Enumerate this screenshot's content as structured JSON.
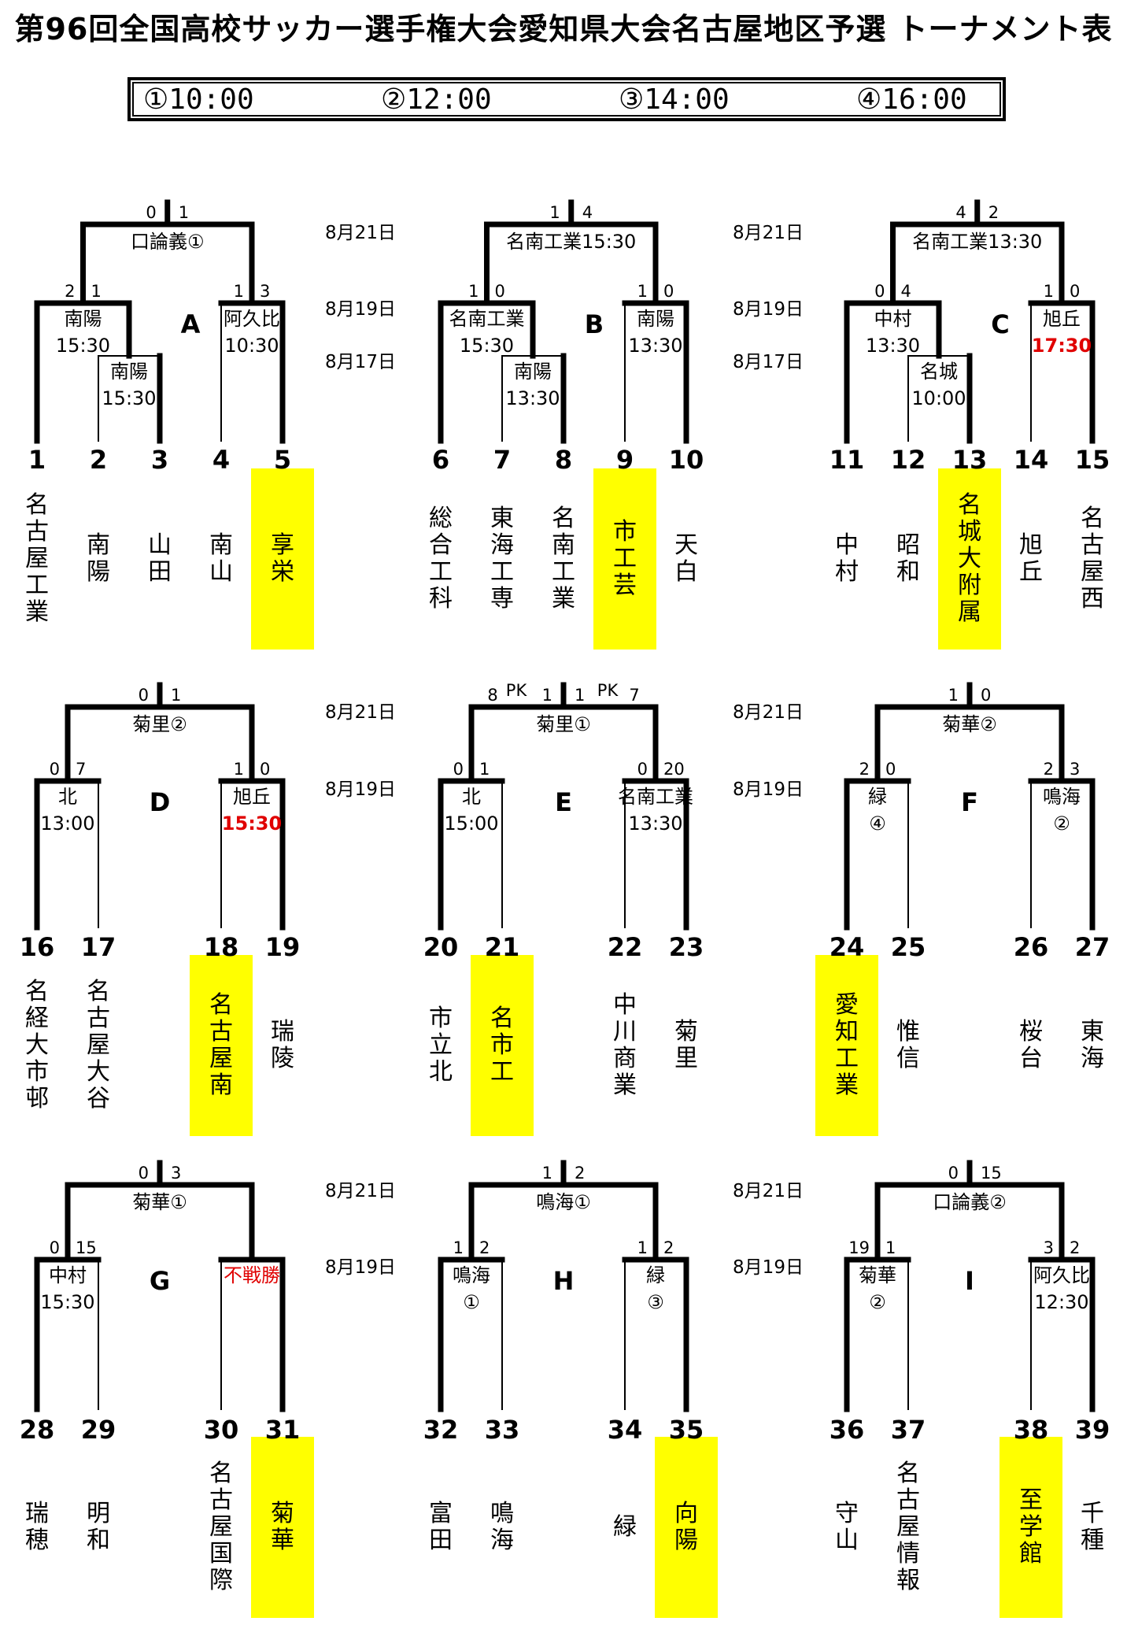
{
  "title": "第96回全国高校サッカー選手権大会愛知県大会名古屋地区予選 トーナメント表",
  "times": [
    "①10:00",
    "②12:00",
    "③14:00",
    "④16:00"
  ],
  "blocks": [
    {
      "letter": "A",
      "dates": [
        "8月21日",
        "8月19日",
        "8月17日"
      ],
      "teams": [
        {
          "num": "1",
          "name": "名古屋工業",
          "win": false
        },
        {
          "num": "2",
          "name": "南陽",
          "win": false
        },
        {
          "num": "3",
          "name": "山田",
          "win": false
        },
        {
          "num": "4",
          "name": "南山",
          "win": false
        },
        {
          "num": "5",
          "name": "享栄",
          "win": true
        }
      ],
      "final": {
        "venue": "口論義①",
        "s1": "0",
        "s2": "1"
      },
      "semi1": {
        "venue": "南陽",
        "time": "15:30",
        "s1": "2",
        "s2": "1"
      },
      "semi2": {
        "venue": "阿久比",
        "time": "10:30",
        "s1": "1",
        "s2": "3",
        "red": false
      },
      "prelim": {
        "venue": "南陽",
        "time": "15:30"
      }
    },
    {
      "letter": "B",
      "dates": [
        "8月21日",
        "8月19日",
        "8月17日"
      ],
      "teams": [
        {
          "num": "6",
          "name": "総合工科",
          "win": false
        },
        {
          "num": "7",
          "name": "東海工専",
          "win": false
        },
        {
          "num": "8",
          "name": "名南工業",
          "win": false
        },
        {
          "num": "9",
          "name": "市工芸",
          "win": true
        },
        {
          "num": "10",
          "name": "天白",
          "win": false
        }
      ],
      "final": {
        "venue": "名南工業15:30",
        "s1": "1",
        "s2": "4"
      },
      "semi1": {
        "venue": "名南工業",
        "time": "15:30",
        "s1": "1",
        "s2": "0"
      },
      "semi2": {
        "venue": "南陽",
        "time": "13:30",
        "s1": "1",
        "s2": "0",
        "red": false
      },
      "prelim": {
        "venue": "南陽",
        "time": "13:30"
      }
    },
    {
      "letter": "C",
      "dates": [
        "8月21日",
        "8月19日",
        "8月17日"
      ],
      "teams": [
        {
          "num": "11",
          "name": "中村",
          "win": false
        },
        {
          "num": "12",
          "name": "昭和",
          "win": false
        },
        {
          "num": "13",
          "name": "名城大附属",
          "win": true
        },
        {
          "num": "14",
          "name": "旭丘",
          "win": false
        },
        {
          "num": "15",
          "name": "名古屋西",
          "win": false
        }
      ],
      "final": {
        "venue": "名南工業13:30",
        "s1": "4",
        "s2": "2"
      },
      "semi1": {
        "venue": "中村",
        "time": "13:30",
        "s1": "0",
        "s2": "4"
      },
      "semi2": {
        "venue": "旭丘",
        "time": "17:30",
        "s1": "1",
        "s2": "0",
        "red": true
      },
      "prelim": {
        "venue": "名城",
        "time": "10:00"
      }
    },
    {
      "letter": "D",
      "dates": [
        "8月21日",
        "8月19日"
      ],
      "teams": [
        {
          "num": "16",
          "name": "名経大市邨",
          "win": false
        },
        {
          "num": "17",
          "name": "名古屋大谷",
          "win": false
        },
        {
          "num": "18",
          "name": "名古屋南",
          "win": true
        },
        {
          "num": "19",
          "name": "瑞陵",
          "win": false
        }
      ],
      "final": {
        "venue": "菊里②",
        "s1": "0",
        "s2": "1"
      },
      "semi1": {
        "venue": "北",
        "time": "13:00",
        "s1": "0",
        "s2": "7"
      },
      "semi2": {
        "venue": "旭丘",
        "time": "15:30",
        "s1": "1",
        "s2": "0",
        "red": true
      }
    },
    {
      "letter": "E",
      "dates": [
        "8月21日",
        "8月19日"
      ],
      "teams": [
        {
          "num": "20",
          "name": "市立北",
          "win": false
        },
        {
          "num": "21",
          "name": "名市工",
          "win": true
        },
        {
          "num": "22",
          "name": "中川商業",
          "win": false
        },
        {
          "num": "23",
          "name": "菊里",
          "win": false
        }
      ],
      "final": {
        "venue": "菊里①",
        "s1": "1",
        "s2": "1",
        "pk1": "8",
        "pk2": "7",
        "pk": "PK"
      },
      "semi1": {
        "venue": "北",
        "time": "15:00",
        "s1": "0",
        "s2": "1"
      },
      "semi2": {
        "venue": "名南工業",
        "time": "13:30",
        "s1": "0",
        "s2": "20",
        "red": false,
        "small": true
      }
    },
    {
      "letter": "F",
      "dates": [
        "8月21日",
        "8月19日"
      ],
      "teams": [
        {
          "num": "24",
          "name": "愛知工業",
          "win": true
        },
        {
          "num": "25",
          "name": "惟信",
          "win": false
        },
        {
          "num": "26",
          "name": "桜台",
          "win": false
        },
        {
          "num": "27",
          "name": "東海",
          "win": false
        }
      ],
      "final": {
        "venue": "菊華②",
        "s1": "1",
        "s2": "0"
      },
      "semi1": {
        "venue": "緑",
        "time": "④",
        "s1": "2",
        "s2": "0"
      },
      "semi2": {
        "venue": "鳴海",
        "time": "②",
        "s1": "2",
        "s2": "3",
        "red": false
      }
    },
    {
      "letter": "G",
      "dates": [
        "8月21日",
        "8月19日"
      ],
      "teams": [
        {
          "num": "28",
          "name": "瑞穂",
          "win": false
        },
        {
          "num": "29",
          "name": "明和",
          "win": false
        },
        {
          "num": "30",
          "name": "名古屋国際",
          "win": false
        },
        {
          "num": "31",
          "name": "菊華",
          "win": true
        }
      ],
      "final": {
        "venue": "菊華①",
        "s1": "0",
        "s2": "3"
      },
      "semi1": {
        "venue": "中村",
        "time": "15:30",
        "s1": "0",
        "s2": "15"
      },
      "semi2": {
        "venue": "不戦勝",
        "time": "",
        "s1": "",
        "s2": "",
        "red": true,
        "small": true
      }
    },
    {
      "letter": "H",
      "dates": [
        "8月21日",
        "8月19日"
      ],
      "teams": [
        {
          "num": "32",
          "name": "富田",
          "win": false
        },
        {
          "num": "33",
          "name": "鳴海",
          "win": false
        },
        {
          "num": "34",
          "name": "緑",
          "win": false
        },
        {
          "num": "35",
          "name": "向陽",
          "win": true
        }
      ],
      "final": {
        "venue": "鳴海①",
        "s1": "1",
        "s2": "2"
      },
      "semi1": {
        "venue": "鳴海",
        "time": "①",
        "s1": "1",
        "s2": "2"
      },
      "semi2": {
        "venue": "緑",
        "time": "③",
        "s1": "1",
        "s2": "2",
        "red": false
      }
    },
    {
      "letter": "I",
      "dates": [
        "8月21日",
        "8月19日"
      ],
      "teams": [
        {
          "num": "36",
          "name": "守山",
          "win": false
        },
        {
          "num": "37",
          "name": "名古屋情報",
          "win": false
        },
        {
          "num": "38",
          "name": "至学館",
          "win": true
        },
        {
          "num": "39",
          "name": "千種",
          "win": false
        }
      ],
      "final": {
        "venue": "口論義②",
        "s1": "0",
        "s2": "15"
      },
      "semi1": {
        "venue": "菊華",
        "time": "②",
        "s1": "19",
        "s2": "1"
      },
      "semi2": {
        "venue": "阿久比",
        "time": "12:30",
        "s1": "3",
        "s2": "2",
        "red": false,
        "small": true
      }
    }
  ]
}
